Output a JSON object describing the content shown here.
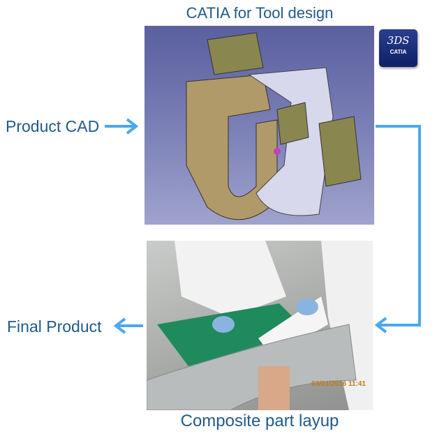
{
  "title": "CATIA for Tool design",
  "labels": {
    "product_cad": "Product CAD",
    "final_product": "Final Product"
  },
  "caption": "Composite part layup",
  "logo": {
    "mark": "3DS",
    "name": "CATIA"
  },
  "photo": {
    "timestamp": "03/01/2016 11:41"
  },
  "colors": {
    "text": "#1f5a8c",
    "arrow": "#4aa8f0"
  }
}
